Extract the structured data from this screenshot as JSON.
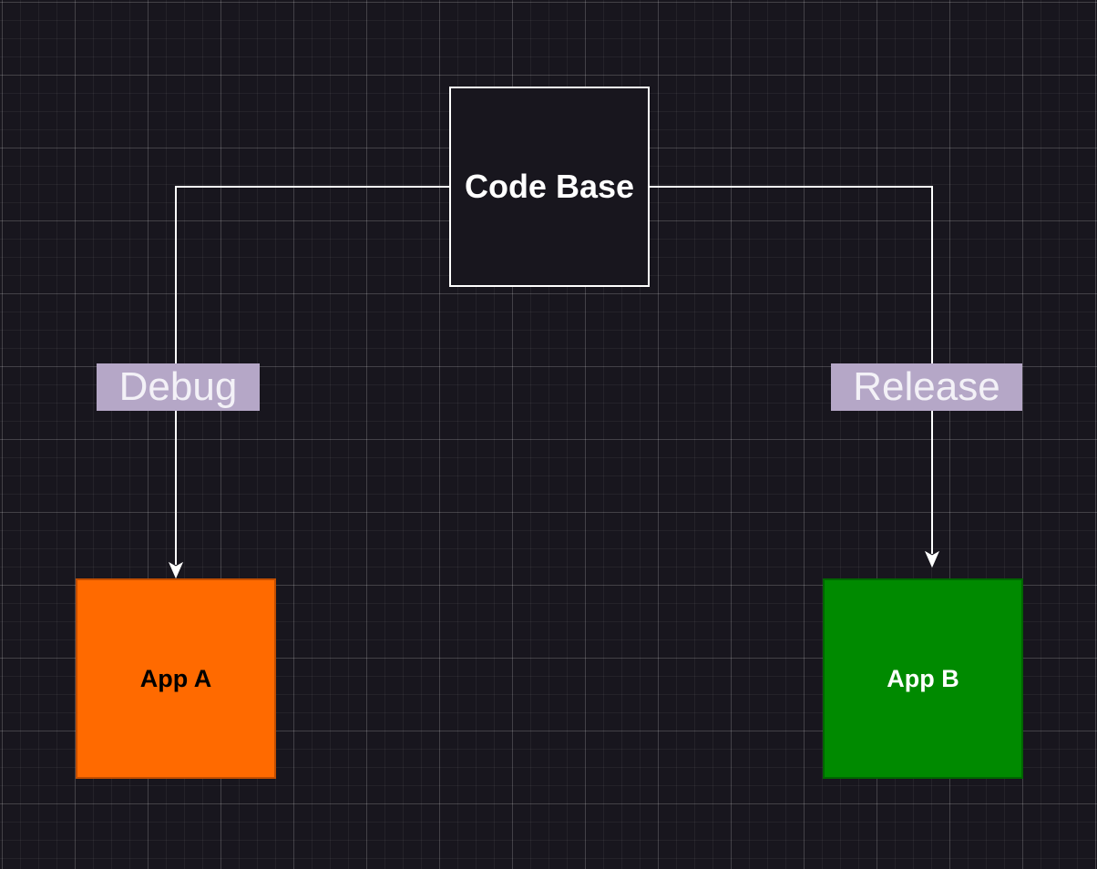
{
  "colors": {
    "background": "#18161e",
    "code_base_fill": "#18161e",
    "app_a_fill": "#ff6a00",
    "app_b_fill": "#008a00",
    "edge_label_bg": "#b5a7c7",
    "connector": "#ffffff"
  },
  "nodes": {
    "code_base": {
      "label": "Code Base"
    },
    "app_a": {
      "label": "App A"
    },
    "app_b": {
      "label": "App B"
    }
  },
  "edges": [
    {
      "from": "code_base",
      "to": "app_a",
      "label": "Debug"
    },
    {
      "from": "code_base",
      "to": "app_b",
      "label": "Release"
    }
  ]
}
